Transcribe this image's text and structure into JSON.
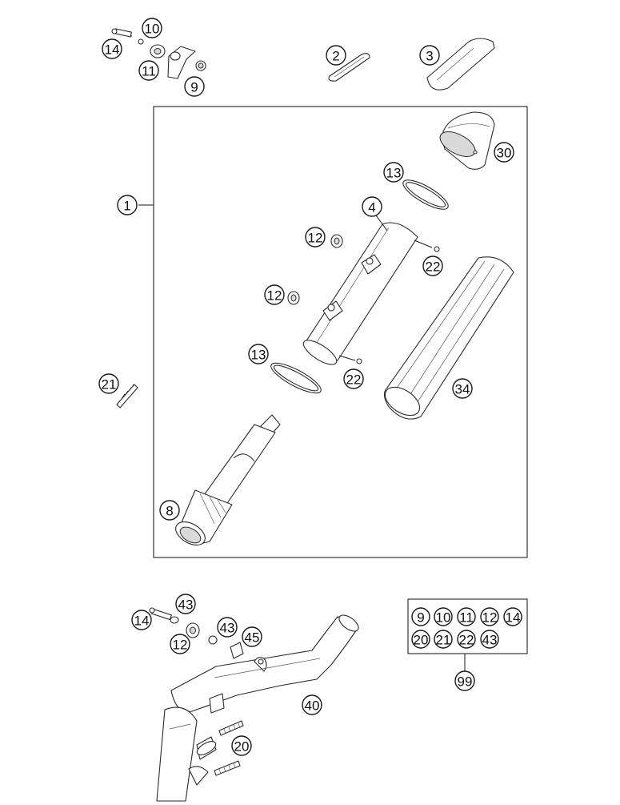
{
  "labels": {
    "l1": "1",
    "l2": "2",
    "l3": "3",
    "l4": "4",
    "l8": "8",
    "l9": "9",
    "l10": "10",
    "l11": "11",
    "l12a": "12",
    "l12b": "12",
    "l12c": "12",
    "l13a": "13",
    "l13b": "13",
    "l14a": "14",
    "l14b": "14",
    "l20": "20",
    "l21": "21",
    "l22a": "22",
    "l22b": "22",
    "l30": "30",
    "l34": "34",
    "l40": "40",
    "l43a": "43",
    "l43b": "43",
    "l45": "45",
    "l99": "99"
  },
  "kit": {
    "row1": [
      "9",
      "10",
      "11",
      "12",
      "14"
    ],
    "row2": [
      "20",
      "21",
      "22",
      "43"
    ]
  }
}
